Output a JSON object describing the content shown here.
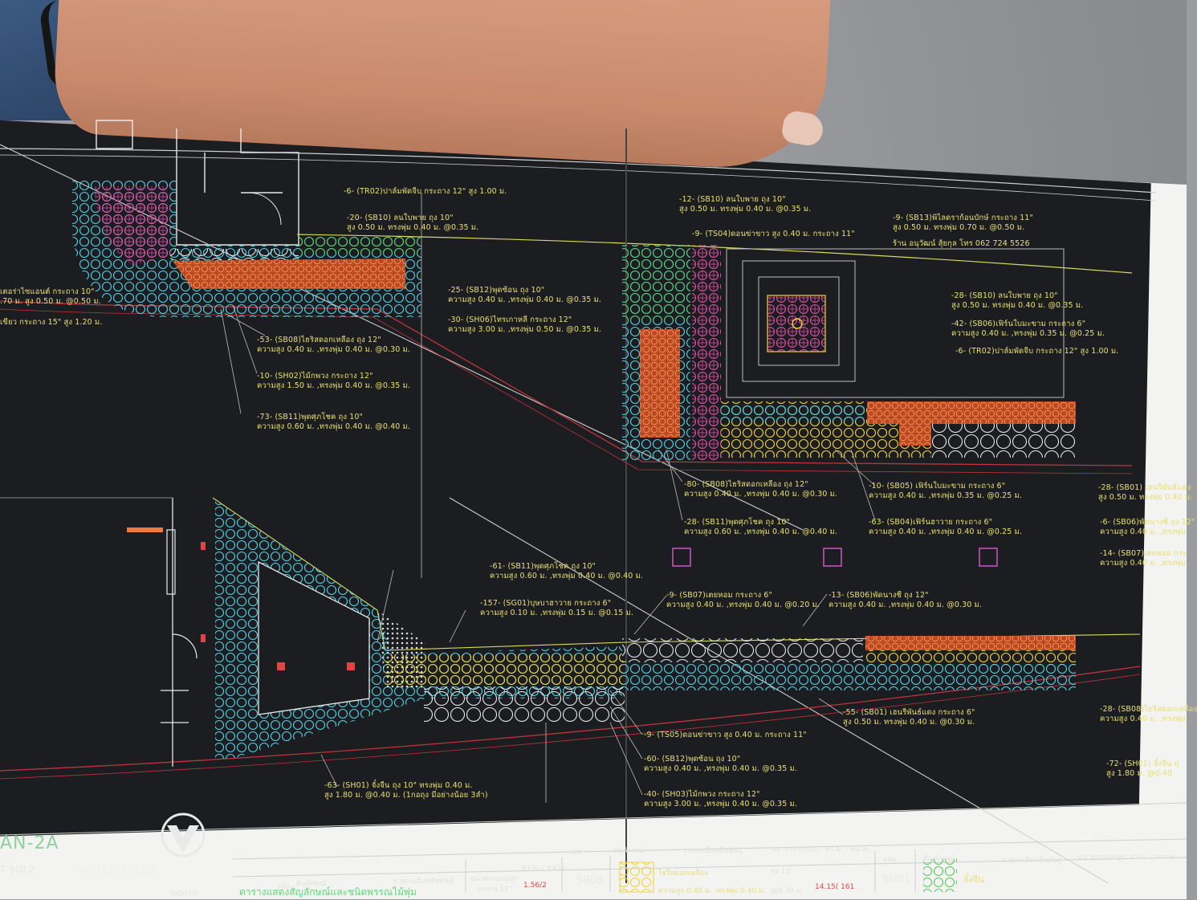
{
  "colors": {
    "sheet_bg": "#1c1d20",
    "label_yellow": "#e8e070",
    "cyan": "#4fd1e6",
    "pink": "#e24fa8",
    "orange": "#ef7a3b",
    "yellow": "#f1d33a",
    "green": "#59c95f",
    "white": "#e9e9e9",
    "red_line": "#c0343c"
  },
  "plan_labels": [
    {
      "id": "tr02-top",
      "l1": "-6- (TR02)ปาล์มพัดจีบ กระถาง 12\" สูง 1.00 ม.",
      "l2": ""
    },
    {
      "id": "sb10-top",
      "l1": "-20- (SB10) ลนใบพาย ถุง 10\"",
      "l2": "สูง 0.50 ม. ทรงพุ่ม 0.40 ม. @0.35 ม."
    },
    {
      "id": "left-1",
      "l1": "เตอร่าไซแอนต์ กระถาง 10\"",
      "l2": ".70 ม. สูง 0.50 ม. @0.50 ม."
    },
    {
      "id": "left-2",
      "l1": "เขียว กระถาง 15\" สูง 1.20 ม.",
      "l2": ""
    },
    {
      "id": "sb08-a",
      "l1": "-53- (SB08)ไธริสดอกเหลือง ถุง 12\"",
      "l2": "ความสูง 0.40 ม. ,ทรงพุ่ม 0.40 ม. @0.30 ม."
    },
    {
      "id": "sh02",
      "l1": "-10- (SH02)ไม้กพวง กระถาง 12\"",
      "l2": "ความสูง 1.50 ม. ,ทรงพุ่ม 0.40 ม. @0.35 ม."
    },
    {
      "id": "sb11-a",
      "l1": "-73- (SB11)พุดศุภโชค ถุง 10\"",
      "l2": "ความสูง 0.60 ม. ,ทรงพุ่ม 0.40 ม. @0.40 ม."
    },
    {
      "id": "sb12-a",
      "l1": "-25- (SB12)พุดซ้อน ถุง 10\"",
      "l2": "ความสูง 0.40 ม. ,ทรงพุ่ม 0.40 ม. @0.35 ม."
    },
    {
      "id": "sh06",
      "l1": "-30- (SH06)ไทรเกาหลี กระถาง 12\"",
      "l2": "ความสูง 3.00 ม. ,ทรงพุ่ม 0.50 ม. @0.35 ม."
    },
    {
      "id": "sb10-b",
      "l1": "-12- (SB10) ลนใบพาย ถุง 10\"",
      "l2": "สูง 0.50 ม. ทรงพุ่ม 0.40 ม. @0.35 ม."
    },
    {
      "id": "ts04",
      "l1": "-9- (TS04)ดอนข่าขาว สูง 0.40 ม. กระถาง 11\"",
      "l2": ""
    },
    {
      "id": "sb13",
      "l1": "-9- (SB13)พิไลดราก้อนบักษ์ กระถาง 11\"",
      "l2": "สูง 0.50 ม. ทรงพุ่ม 0.70 ม. @0.50 ม."
    },
    {
      "id": "shop",
      "l1": "ร้าน อนุวัฒน์ สุ้ยกุล โทร 062 724 5526",
      "l2": ""
    },
    {
      "id": "sb10-c",
      "l1": "-28- (SB10) ลนใบพาย ถุง 10\"",
      "l2": "สูง 0.50 ม. ทรงพุ่ม 0.40 ม. @0.35 ม."
    },
    {
      "id": "sb06-a",
      "l1": "-42- (SB06)เฟิร์นใบมะขาม กระถาง 6\"",
      "l2": "ความสูง 0.40 ม. ,ทรงพุ่ม 0.35 ม. @0.25 ม."
    },
    {
      "id": "tr02-b",
      "l1": "-6- (TR02)ปาล์มพัดจีบ กระถาง 12\" สูง 1.00 ม.",
      "l2": ""
    },
    {
      "id": "sb08-b",
      "l1": "-80- (SB08)ไธริสดอกเหลือง ถุง 12\"",
      "l2": "ความสูง 0.40 ม. ,ทรงพุ่ม 0.40 ม. @0.30 ม."
    },
    {
      "id": "sb05",
      "l1": "-10- (SB05) เฟิร์นใบมะขาม กระถาง 6\"",
      "l2": "ความสูง 0.40 ม. ,ทรงพุ่ม 0.35 ม. @0.25 ม."
    },
    {
      "id": "sb01-r",
      "l1": "-28- (SB01) เฮนรีพันธ์แดง",
      "l2": "สูง 0.50 ม. ทรงพุ่ม 0.40 ม."
    },
    {
      "id": "sb11-b",
      "l1": "-28- (SB11)พุดศุภโชค ถุง 10\"",
      "l2": "ความสูง 0.60 ม. ,ทรงพุ่ม 0.40 ม. @0.40 ม."
    },
    {
      "id": "sb04",
      "l1": "-63- (SB04)เฟิร์นฮาวาย กระถาง 6\"",
      "l2": "ความสูง 0.40 ม. ,ทรงพุ่ม 0.40 ม. @0.25 ม."
    },
    {
      "id": "sb06-r",
      "l1": "-6- (SB06)พัดนางชี ถุง 12\"",
      "l2": "ความสูง 0.40 ม. ,ทรงพุ่ม"
    },
    {
      "id": "sb07-r",
      "l1": "-14- (SB07)เตยหอม กระ",
      "l2": "ความสูง 0.40 ม. ,ทรงพุ่ม"
    },
    {
      "id": "sb11-c",
      "l1": "-61- (SB11)พุดศุภโชค ถุง 10\"",
      "l2": "ความสูง 0.60 ม. ,ทรงพุ่ม 0.40 ม. @0.40 ม."
    },
    {
      "id": "sg01",
      "l1": "-157- (SG01)บุษบาฮาวาย กระถาง 6\"",
      "l2": "ความสูง 0.10 ม. ,ทรงพุ่ม 0.15 ม. @0.15 ม."
    },
    {
      "id": "sb07",
      "l1": "-9- (SB07)เตยหอม กระถาง 6\"",
      "l2": "ความสูง 0.40 ม. ,ทรงพุ่ม 0.40 ม. @0.20 ม."
    },
    {
      "id": "sb06-b",
      "l1": "-13- (SB06)พัดนางชี ถุง 12\"",
      "l2": "ความสูง 0.40 ม. ,ทรงพุ่ม 0.40 ม. @0.30 ม."
    },
    {
      "id": "sb01",
      "l1": "-55- (SB01) เฮนรีพันธ์แดง กระถาง 6\"",
      "l2": "สูง 0.50 ม. ทรงพุ่ม 0.40 ม. @0.30 ม."
    },
    {
      "id": "sb08-r",
      "l1": "-28- (SB08)ไธริสดอกเหลือง",
      "l2": "ความสูง 0.40 ม. ,ทรงพุ่ม"
    },
    {
      "id": "ts05",
      "l1": "-9- (TS05)ดอนข่าขาว สูง 0.40 ม. กระถาง 11\"",
      "l2": ""
    },
    {
      "id": "sb12-b",
      "l1": "-60- (SB12)พุดซ้อน ถุง 10\"",
      "l2": "ความสูง 0.40 ม. ,ทรงพุ่ม 0.40 ม. @0.35 ม."
    },
    {
      "id": "sh03",
      "l1": "-40- (SH03)ไม้กพวง กระถาง 12\"",
      "l2": "ความสูง 3.00 ม. ,ทรงพุ่ม 0.40 ม. @0.35 ม."
    },
    {
      "id": "sh01",
      "l1": "-63- (SH01) จั๋งจีน ถุง 10\" ทรงพุ่ม 0.40 ม.",
      "l2": "สูง 1.80 ม. @0.40 ม. (1กอถุง มีอย่างน้อย 3ลำ)"
    },
    {
      "id": "sh01-r",
      "l1": "-72- (SH01) จั๋งจีน ถุ",
      "l2": "สูง 1.80 ม. @0.40"
    }
  ],
  "title_block": {
    "sheet_code": "AN-2A",
    "sheet_sub": "T SOI 2",
    "scale": "SCALE 1:125",
    "north": "NORTH",
    "legend_title": "ตารางแสดงสัญลักษณ์และชนิดพรรณไม้พุ่ม",
    "headers_left": [
      "รหัส",
      "สัญลักษณ์",
      "รายละเอียดพืชพันธุ์",
      "ขนาดระยะปลูก",
      "ตร.ม. / หน่วย"
    ],
    "headers_mid": [
      "รหัส",
      "สัญลักษณ์",
      "รายละเอียดพืชพันธุ์",
      "ขนาดระยะปลูก",
      "ตร.ม. / หน่วย"
    ],
    "headers_right": [
      "รหัส",
      "สัญลักษณ์",
      "รายละเอียดพืชพันธุ์",
      "ขนาดระยะปลูก",
      "ตร.ม. / หน่วย"
    ],
    "row_sb08_name": "ไธริสดอกเหลือง",
    "row_sb08_size": "ถุง 12\"",
    "row_sb08_detail": "ความสูง 0.40 ม. ,ทรงพุ่ม 0.40 ม.",
    "row_sb08_spacing": "@0.30 ม.",
    "row_sb08_area": "14.15( 161",
    "row_left_size": "ระถาง 11\"",
    "row_left_area": "1.56/2",
    "code_sb08": "SB08",
    "code_sh01": "SH01",
    "row_sh01_name": "จั๋งจีน"
  }
}
